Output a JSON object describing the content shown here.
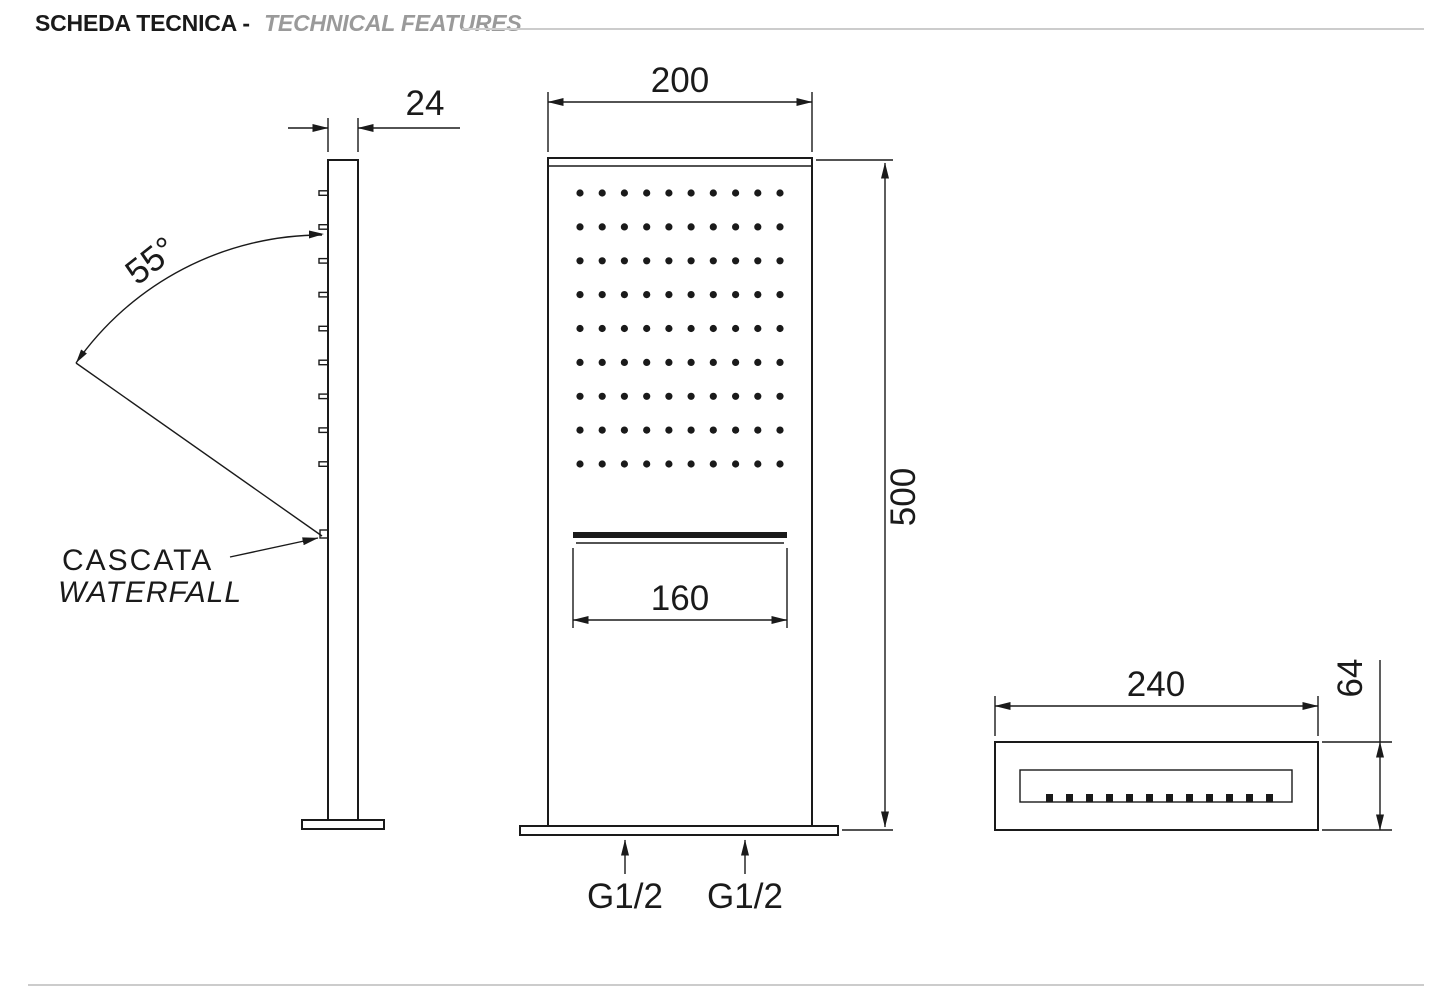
{
  "header": {
    "title_it": "SCHEDA TECNICA -",
    "title_en": "TECHNICAL FEATURES"
  },
  "side_view": {
    "thickness_dim": "24",
    "angle_dim": "55°",
    "label_it": "CASCATA",
    "label_en": "WATERFALL"
  },
  "front_view": {
    "width_dim": "200",
    "height_dim": "500",
    "slot_dim": "160",
    "inlet_left": "G1/2",
    "inlet_right": "G1/2",
    "nozzle_grid": {
      "rows": 9,
      "cols": 10
    }
  },
  "top_view": {
    "width_dim": "240",
    "depth_dim": "64",
    "teeth_count": 12
  },
  "colors": {
    "line": "#1a1a1a",
    "subtitle": "#9a9a9a",
    "rule": "#cccccc"
  }
}
